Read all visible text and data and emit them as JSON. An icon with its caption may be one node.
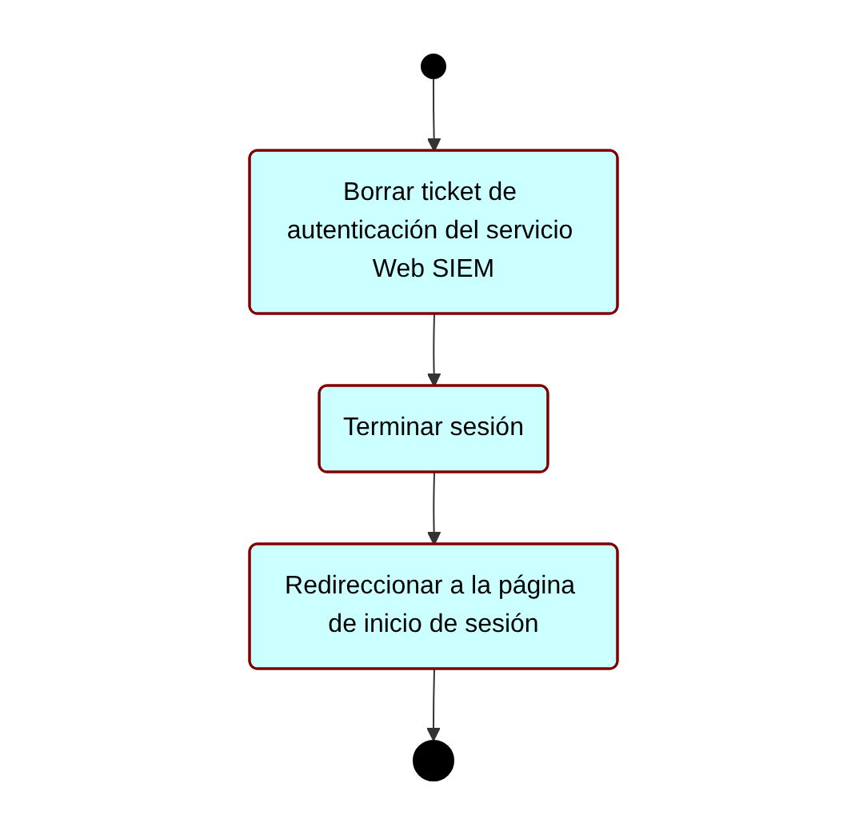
{
  "diagram": {
    "nodes": [
      {
        "text": [],
        "shape": "circle"
      },
      {
        "text": [
          "Borrar ticket de autenticación del servicio Web SIEM"
        ]
      },
      {
        "text": [
          "Terminar sesión"
        ]
      },
      {
        "text": [
          "Redireccionar a la página de inicio de sesión"
        ]
      },
      {
        "text": [],
        "shape": "bullseye"
      }
    ],
    "edges": [
      {
        "from": 0,
        "to": 1,
        "arrow": "to"
      },
      {
        "from": 1,
        "to": 2,
        "arrow": "to"
      },
      {
        "from": 2,
        "to": 3,
        "arrow": "to"
      },
      {
        "from": 3,
        "to": 4,
        "arrow": "to"
      }
    ]
  }
}
